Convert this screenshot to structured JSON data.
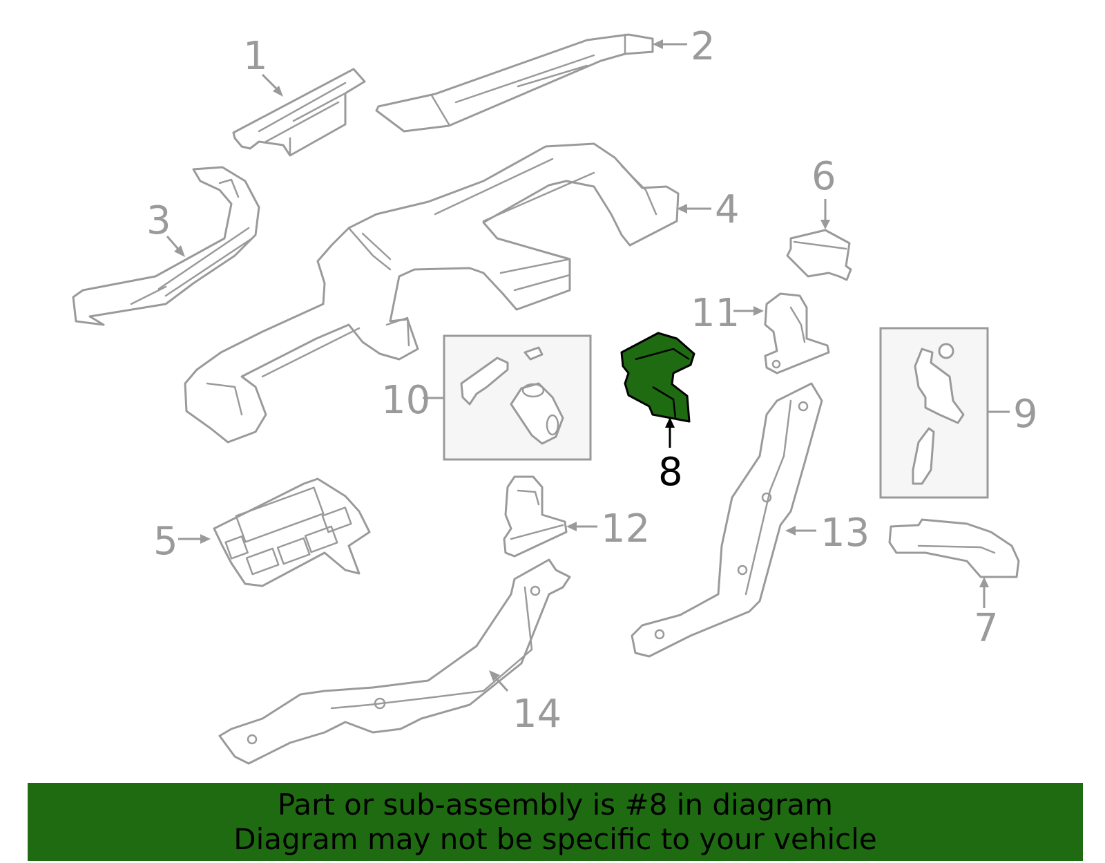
{
  "callouts": {
    "c1": "1",
    "c2": "2",
    "c3": "3",
    "c4": "4",
    "c5": "5",
    "c6": "6",
    "c7": "7",
    "c8": "8",
    "c9": "9",
    "c10": "10",
    "c11": "11",
    "c12": "12",
    "c13": "13",
    "c14": "14"
  },
  "highlighted_part": "8",
  "colors": {
    "highlight": "#1f6b12",
    "line": "#9a9a9a",
    "box_fill": "#f6f6f6"
  },
  "banner": {
    "line1": "Part or sub-assembly is #8 in diagram",
    "line2": "Diagram may not be specific to your vehicle"
  }
}
